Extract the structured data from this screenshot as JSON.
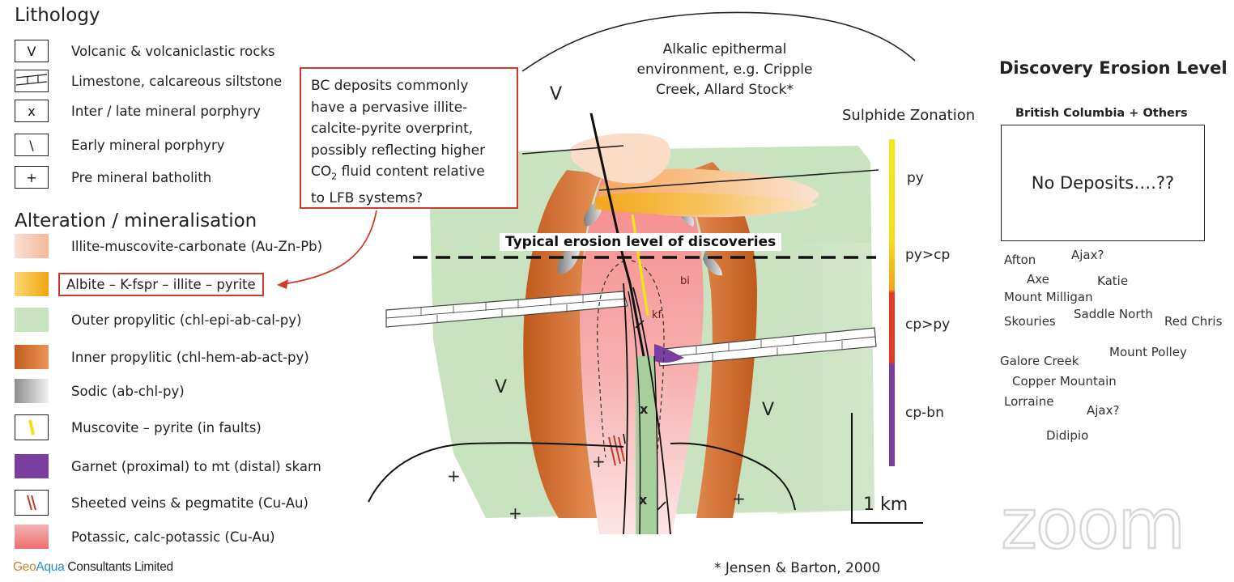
{
  "lithology": {
    "title": "Lithology",
    "items": [
      {
        "symbol": "V",
        "label": "Volcanic & volcaniclastic rocks"
      },
      {
        "symbol": "",
        "label": "Limestone, calcareous siltstone"
      },
      {
        "symbol": "x",
        "label": "Inter / late mineral porphyry"
      },
      {
        "symbol": "\\",
        "label": "Early mineral porphyry"
      },
      {
        "symbol": "+",
        "label": "Pre mineral batholith"
      }
    ]
  },
  "alteration": {
    "title": "Alteration / mineralisation",
    "items": [
      {
        "label": "Illite-muscovite-carbonate (Au-Zn-Pb)",
        "color": "#f6c7ad"
      },
      {
        "label": "Albite – K-fspr – illite – pyrite",
        "color": "#f5b21e"
      },
      {
        "label": "Outer propylitic (chl-epi-ab-cal-py)",
        "color": "#c9e2bf"
      },
      {
        "label": "Inner propylitic (chl-hem-ab-act-py)",
        "color": "#d0732e"
      },
      {
        "label": "Sodic (ab-chl-py)",
        "color": "#aaaaaa"
      },
      {
        "label": "Muscovite – pyrite (in faults)",
        "color": "#f0e21a"
      },
      {
        "label": "Garnet (proximal) to mt (distal) skarn",
        "color": "#7a3da0"
      },
      {
        "label": "Sheeted veins & pegmatite (Cu-Au)",
        "color": "#c0392b"
      },
      {
        "label": "Potassic, calc-potassic (Cu-Au)",
        "color": "#f38a8a"
      }
    ]
  },
  "callout": {
    "line1": "BC deposits commonly",
    "line2": "have a pervasive illite-",
    "line3": "calcite-pyrite overprint,",
    "line4": "possibly reflecting higher",
    "line5a": "CO",
    "line5sub": "2",
    "line5b": " fluid content relative",
    "line6": "to LFB systems?"
  },
  "diagram": {
    "epithermal_line1": "Alkalic epithermal",
    "epithermal_line2": "environment, e.g. Cripple",
    "epithermal_line3": "Creek, Allard Stock*",
    "erosion_label": "Typical erosion level of discoveries",
    "v_label": "V",
    "x_label": "x",
    "plus_label": "+",
    "bi_label": "bi",
    "kf_label": "kf",
    "scale_label": "1 km",
    "citation": "* Jensen & Barton, 2000"
  },
  "sulphide": {
    "title": "Sulphide Zonation",
    "zones": [
      {
        "label": "py",
        "color": "#f4e81a"
      },
      {
        "label": "py>cp",
        "color": "#f3b01b"
      },
      {
        "label": "cp>py",
        "color": "#e23b1f"
      },
      {
        "label": "cp-bn",
        "color": "#7a3da0"
      }
    ]
  },
  "discovery": {
    "title": "Discovery Erosion Level",
    "subtitle": "British Columbia + Others",
    "box_text": "No Deposits….??",
    "places": [
      "Afton",
      "Ajax?",
      "Axe",
      "Katie",
      "Mount Milligan",
      "Skouries",
      "Saddle North",
      "Red Chris",
      "Mount Polley",
      "Galore Creek",
      "Copper Mountain",
      "Lorraine",
      "Ajax?",
      "Didipio"
    ]
  },
  "footer": {
    "geo": "Geo",
    "aqua": "Aqua",
    "rest": " Consultants Limited",
    "zoom": "zoom"
  }
}
